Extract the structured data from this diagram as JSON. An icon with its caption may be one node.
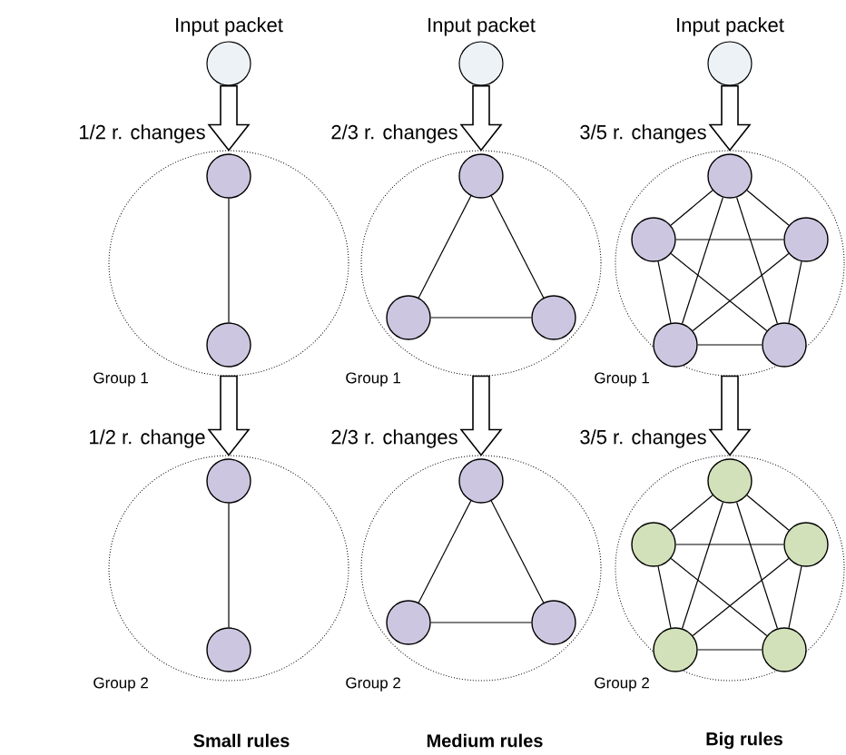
{
  "diagram": {
    "nodes": [
      {
        "text": [
          "Input packet"
        ]
      },
      {
        "text": [
          "Group 1"
        ]
      },
      {
        "text": [],
        "shape": "circle",
        "in": 1
      },
      {
        "text": [],
        "shape": "circle",
        "in": 1
      },
      {
        "text": [
          "Group 2"
        ]
      },
      {
        "text": [],
        "shape": "circle",
        "in": 4
      },
      {
        "text": [],
        "shape": "circle",
        "in": 4
      },
      {
        "text": [
          "Input packet"
        ]
      },
      {
        "text": [
          "Group 1"
        ]
      },
      {
        "text": [],
        "shape": "circle",
        "in": 8
      },
      {
        "text": [],
        "shape": "circle",
        "in": 8
      },
      {
        "text": [],
        "shape": "circle",
        "in": 8
      },
      {
        "text": [
          "Group 2"
        ]
      },
      {
        "text": [],
        "shape": "circle",
        "in": 12
      },
      {
        "text": [],
        "shape": "circle",
        "in": 12
      },
      {
        "text": [],
        "shape": "circle",
        "in": 12
      },
      {
        "text": [
          "Input packet"
        ]
      },
      {
        "text": [
          "Group 1"
        ]
      },
      {
        "text": [],
        "shape": "circle",
        "in": 17
      },
      {
        "text": [],
        "shape": "circle",
        "in": 17
      },
      {
        "text": [],
        "shape": "circle",
        "in": 17
      },
      {
        "text": [],
        "shape": "circle",
        "in": 17
      },
      {
        "text": [],
        "shape": "circle",
        "in": 17
      },
      {
        "text": [
          "Group 2"
        ]
      },
      {
        "text": [],
        "shape": "circle",
        "in": 23
      },
      {
        "text": [],
        "shape": "circle",
        "in": 23
      },
      {
        "text": [],
        "shape": "circle",
        "in": 23
      },
      {
        "text": [],
        "shape": "circle",
        "in": 23
      },
      {
        "text": [],
        "shape": "circle",
        "in": 23
      }
    ],
    "edges": [
      {
        "from": 0,
        "to": 1,
        "arrow": "to",
        "style": "thick",
        "label": "1/2 r. changes"
      },
      {
        "from": 1,
        "to": 4,
        "arrow": "to",
        "style": "thick",
        "label": "1/2 r. change"
      },
      {
        "from": 2,
        "to": 3,
        "arrow": "none"
      },
      {
        "from": 5,
        "to": 6,
        "arrow": "none"
      },
      {
        "from": 7,
        "to": 8,
        "arrow": "to",
        "style": "thick",
        "label": "2/3 r. changes"
      },
      {
        "from": 8,
        "to": 12,
        "arrow": "to",
        "style": "thick",
        "label": "2/3 r. changes"
      },
      {
        "from": 9,
        "to": 10,
        "arrow": "none"
      },
      {
        "from": 9,
        "to": 11,
        "arrow": "none"
      },
      {
        "from": 10,
        "to": 11,
        "arrow": "none"
      },
      {
        "from": 13,
        "to": 14,
        "arrow": "none"
      },
      {
        "from": 13,
        "to": 15,
        "arrow": "none"
      },
      {
        "from": 14,
        "to": 15,
        "arrow": "none"
      },
      {
        "from": 16,
        "to": 17,
        "arrow": "to",
        "style": "thick",
        "label": "3/5 r. changes"
      },
      {
        "from": 17,
        "to": 23,
        "arrow": "to",
        "style": "thick",
        "label": "3/5 r. changes"
      },
      {
        "from": 18,
        "to": 19,
        "arrow": "none"
      },
      {
        "from": 18,
        "to": 20,
        "arrow": "none"
      },
      {
        "from": 18,
        "to": 21,
        "arrow": "none"
      },
      {
        "from": 18,
        "to": 22,
        "arrow": "none"
      },
      {
        "from": 19,
        "to": 20,
        "arrow": "none"
      },
      {
        "from": 19,
        "to": 21,
        "arrow": "none"
      },
      {
        "from": 19,
        "to": 22,
        "arrow": "none"
      },
      {
        "from": 20,
        "to": 21,
        "arrow": "none"
      },
      {
        "from": 20,
        "to": 22,
        "arrow": "none"
      },
      {
        "from": 21,
        "to": 22,
        "arrow": "none"
      },
      {
        "from": 24,
        "to": 25,
        "arrow": "none"
      },
      {
        "from": 24,
        "to": 26,
        "arrow": "none"
      },
      {
        "from": 24,
        "to": 27,
        "arrow": "none"
      },
      {
        "from": 24,
        "to": 28,
        "arrow": "none"
      },
      {
        "from": 25,
        "to": 26,
        "arrow": "none"
      },
      {
        "from": 25,
        "to": 27,
        "arrow": "none"
      },
      {
        "from": 25,
        "to": 28,
        "arrow": "none"
      },
      {
        "from": 26,
        "to": 27,
        "arrow": "none"
      },
      {
        "from": 26,
        "to": 28,
        "arrow": "none"
      },
      {
        "from": 27,
        "to": 28,
        "arrow": "none"
      }
    ],
    "labels": [
      "Small rules",
      "Medium rules",
      "Big rules"
    ]
  }
}
